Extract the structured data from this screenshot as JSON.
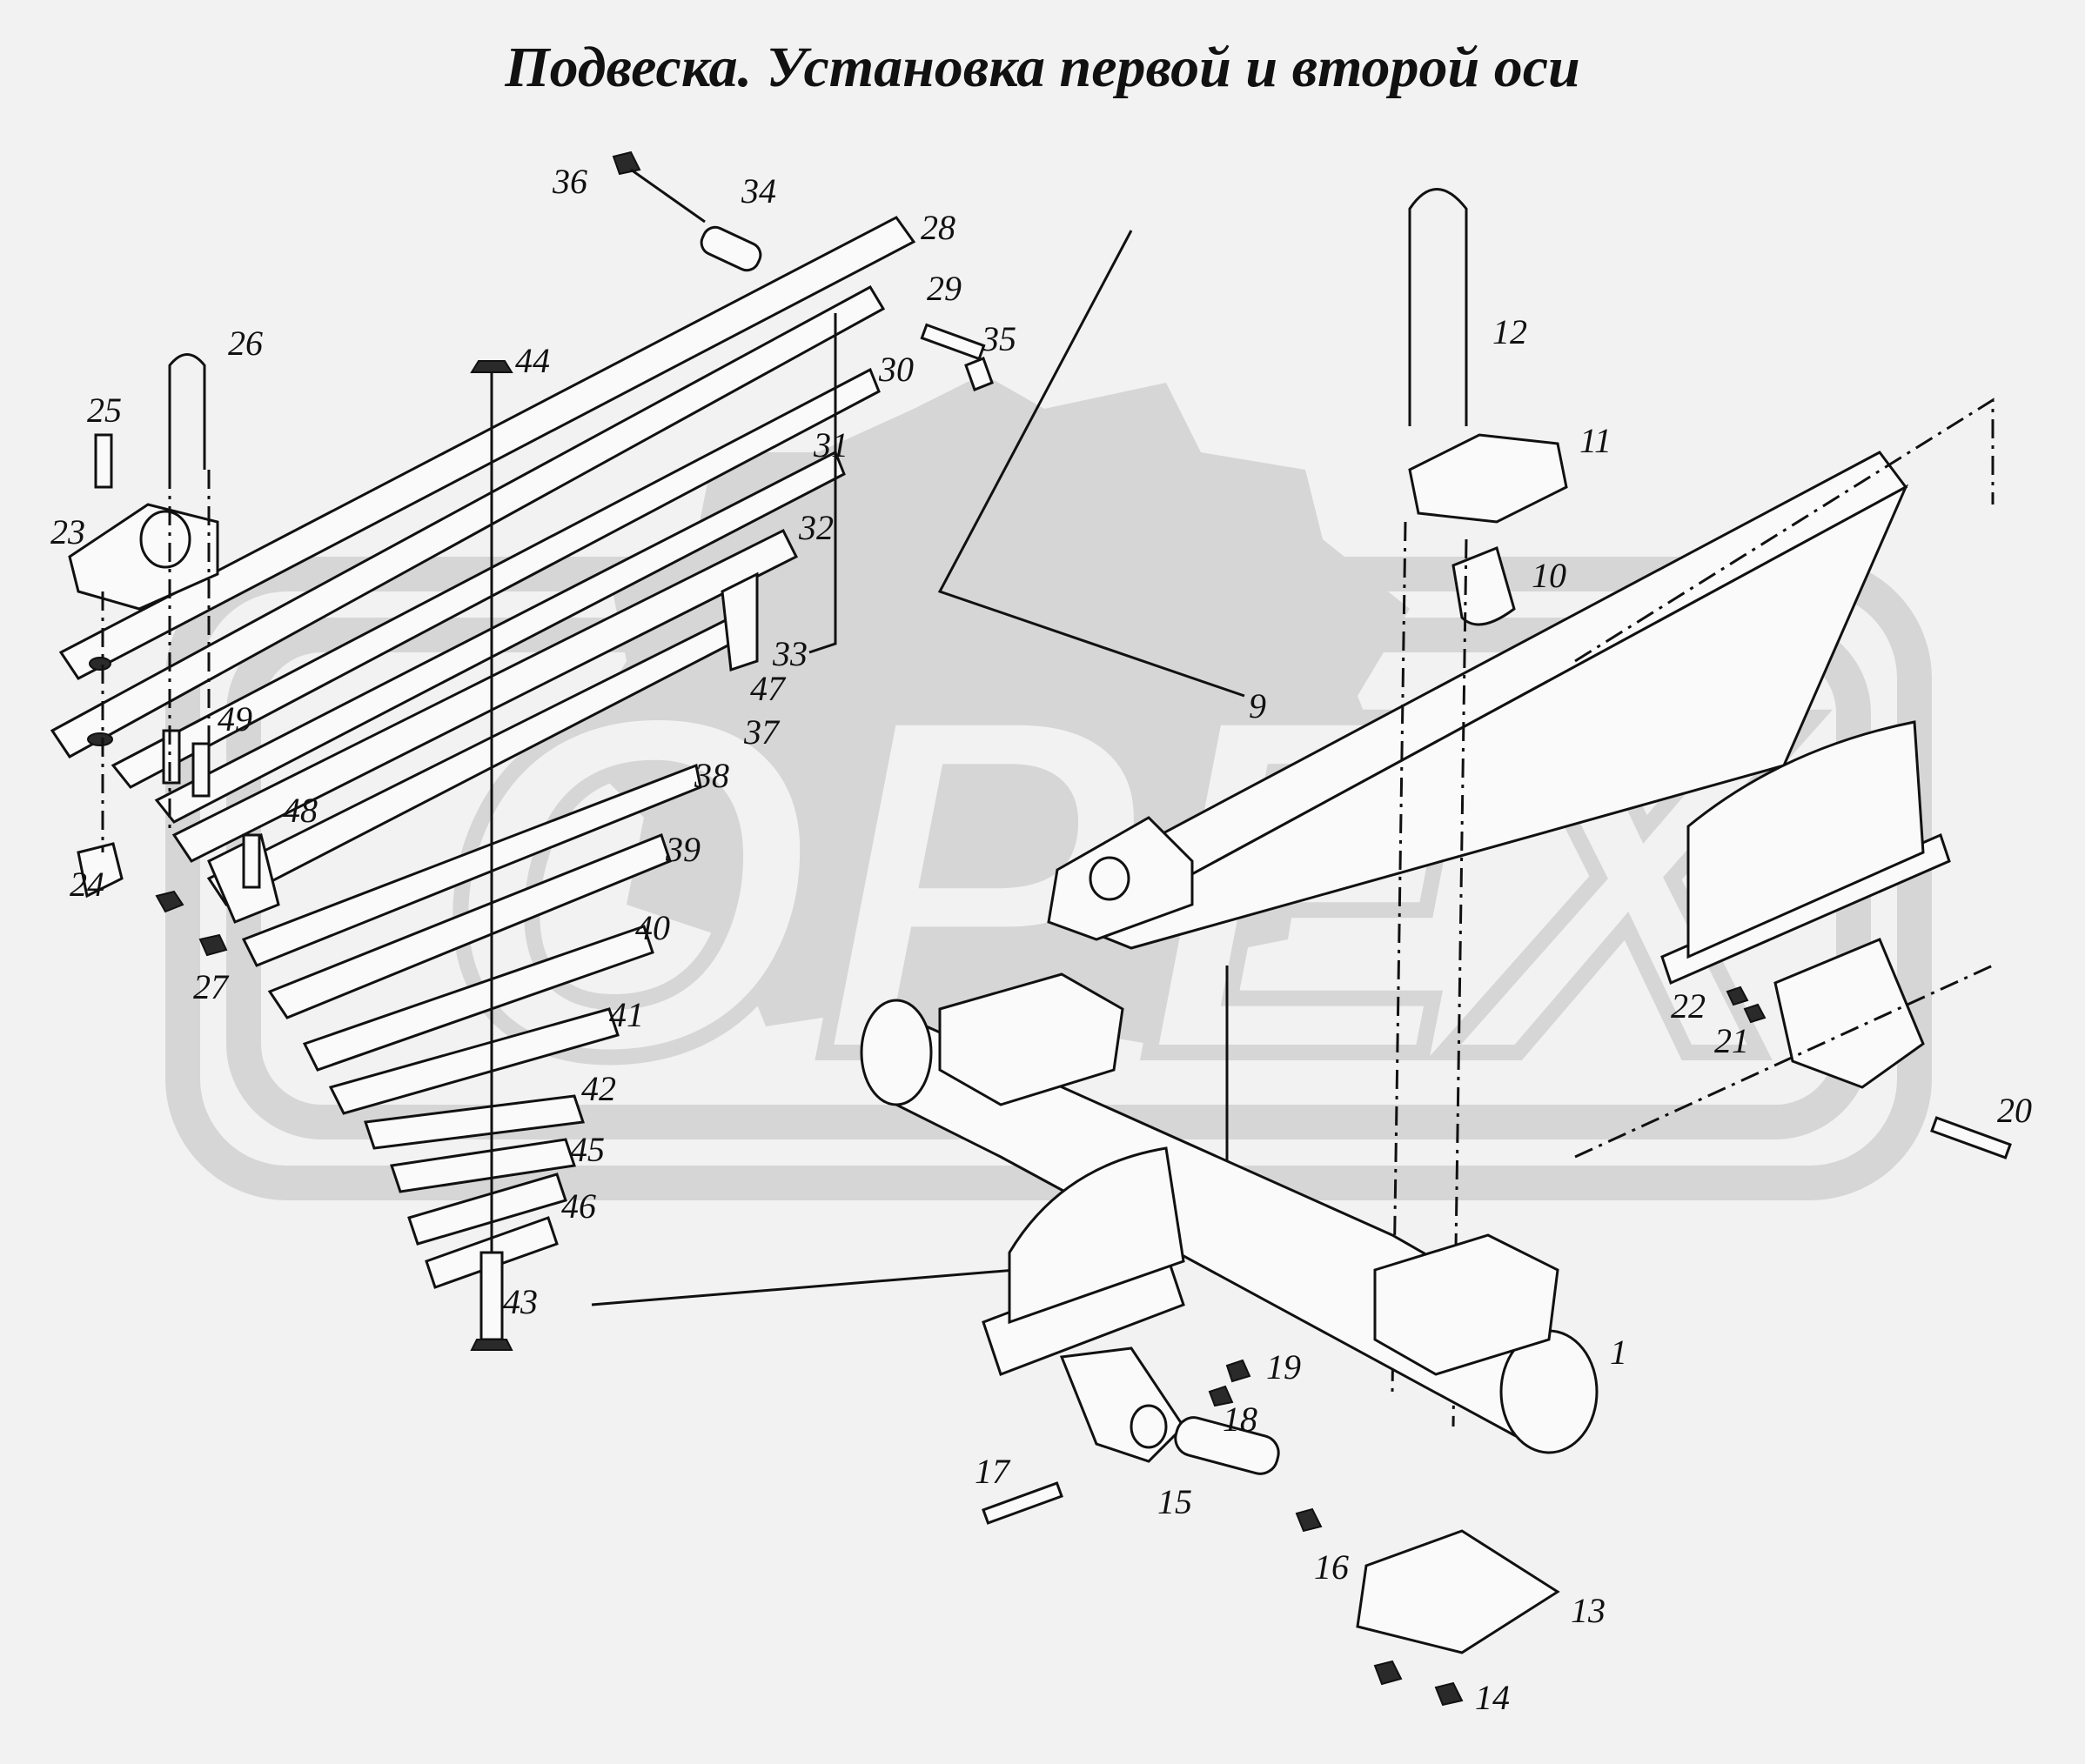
{
  "title": "Подвеска. Установка  первой и второй оси",
  "watermark": {
    "text": "OPEX",
    "color": "#d6d6d6"
  },
  "callouts": [
    "1",
    "9",
    "10",
    "11",
    "12",
    "13",
    "14",
    "15",
    "16",
    "17",
    "18",
    "19",
    "20",
    "21",
    "22",
    "23",
    "24",
    "25",
    "26",
    "27",
    "28",
    "29",
    "30",
    "31",
    "32",
    "33",
    "34",
    "35",
    "36",
    "37",
    "38",
    "39",
    "40",
    "41",
    "42",
    "43",
    "44",
    "45",
    "46",
    "47",
    "48",
    "49"
  ]
}
